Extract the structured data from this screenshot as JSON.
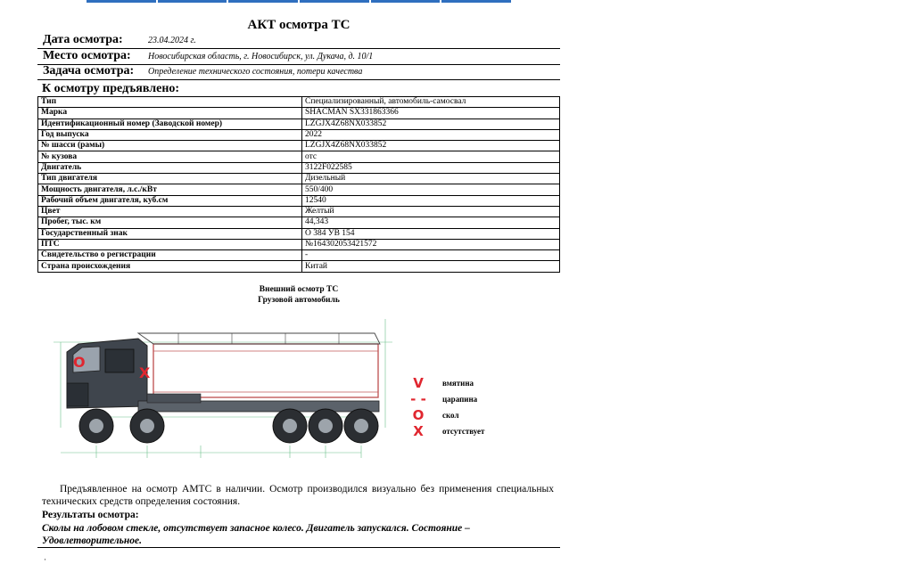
{
  "document": {
    "title": "АКТ осмотра ТС",
    "header": [
      {
        "label": "Дата осмотра:",
        "value": "23.04.2024 г."
      },
      {
        "label": "Место осмотра:",
        "value": "Новосибирская область, г. Новосибирск, ул. Дукача, д. 10/1"
      },
      {
        "label": "Задача осмотра:",
        "value": "Определение технического состояния, потери качества"
      }
    ],
    "section_title": "К осмотру предъявлено:",
    "properties": [
      {
        "key": "Тип",
        "value": "Специализированный, автомобиль-самосвал"
      },
      {
        "key": "Марка",
        "value": "SHACMAN SX331863366"
      },
      {
        "key": "Идентификационный номер (Заводской номер)",
        "value": "LZGJX4Z68NX033852"
      },
      {
        "key": "Год выпуска",
        "value": "2022"
      },
      {
        "key": "№ шасси (рамы)",
        "value": "LZGJX4Z68NX033852"
      },
      {
        "key": "№ кузова",
        "value": "отс"
      },
      {
        "key": "Двигатель",
        "value": "3122F022585"
      },
      {
        "key": "Тип двигателя",
        "value": "Дизельный"
      },
      {
        "key": "Мощность двигателя, л.с./кВт",
        "value": "550/400"
      },
      {
        "key": "Рабочий объем двигателя, куб.см",
        "value": "12540"
      },
      {
        "key": "Цвет",
        "value": "Желтый"
      },
      {
        "key": "Пробег, тыс. км",
        "value": "44,343"
      },
      {
        "key": "Государственный знак",
        "value": "О 384 УВ 154"
      },
      {
        "key": "ПТС",
        "value": "№164302053421572"
      },
      {
        "key": "Свидетельство о регистрации",
        "value": "-"
      },
      {
        "key": "Страна происхождения",
        "value": "Китай"
      }
    ],
    "external_title_1": "Внешний осмотр ТС",
    "external_title_2": "Грузовой автомобиль",
    "legend": [
      {
        "symbol": "V",
        "label": "вмятина"
      },
      {
        "symbol": "- -",
        "label": "царапина"
      },
      {
        "symbol": "O",
        "label": "скол"
      },
      {
        "symbol": "X",
        "label": "отсутствует"
      }
    ],
    "paragraph": "Предъявленное на осмотр АМТС в наличии. Осмотр производился визуально без применения специальных технических средств определения состояния.",
    "results_title": "Результаты осмотра:",
    "results_text": "Сколы на лобовом стекле, отсутствует запасное колесо. Двигатель запускался. Состояние – Удовлетворительное.",
    "footer_mark": "·",
    "diagram_marks": [
      {
        "symbol": "O",
        "location": "лобовое стекло"
      },
      {
        "symbol": "X",
        "location": "запасное колесо"
      }
    ],
    "accent_color": "#e0262f",
    "tab_color": "#2f6fbf"
  }
}
